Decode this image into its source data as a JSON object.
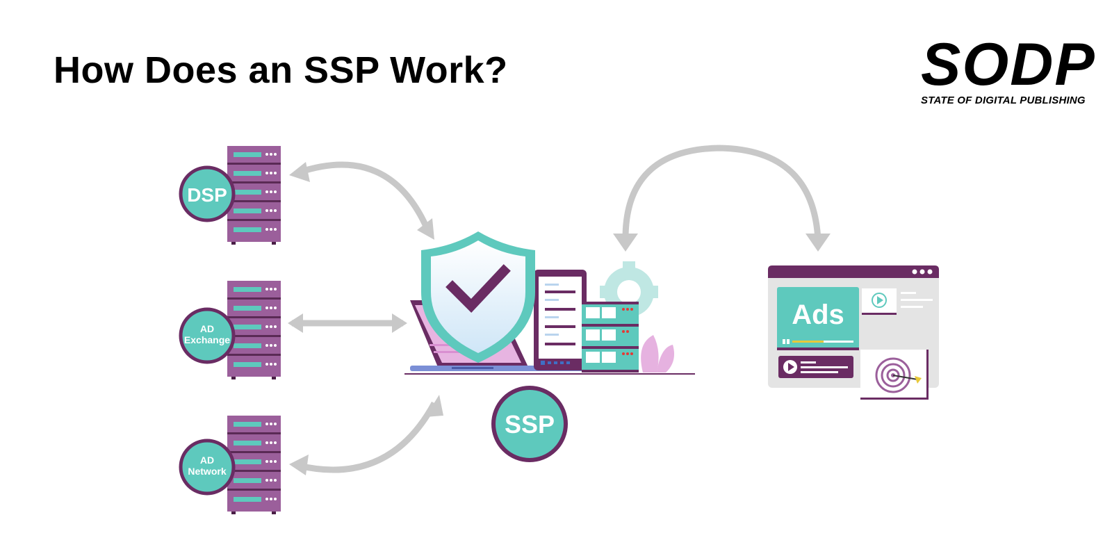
{
  "title": "How Does an SSP Work?",
  "logo": {
    "mark": "SODP",
    "subtitle": "STATE OF DIGITAL PUBLISHING"
  },
  "nodes": {
    "dsp": {
      "label": "DSP"
    },
    "ad_exchange": {
      "line1": "AD",
      "line2": "Exchange"
    },
    "ad_network": {
      "line1": "AD",
      "line2": "Network"
    },
    "ssp": {
      "label": "SSP"
    },
    "ads": {
      "label": "Ads"
    }
  },
  "colors": {
    "teal": "#5ec9bd",
    "teal_dark": "#3fb3a7",
    "purple": "#6a2c63",
    "server_purple": "#9b5f9b",
    "pink": "#e8b7e0",
    "arrow_gray": "#c8c8c8"
  }
}
